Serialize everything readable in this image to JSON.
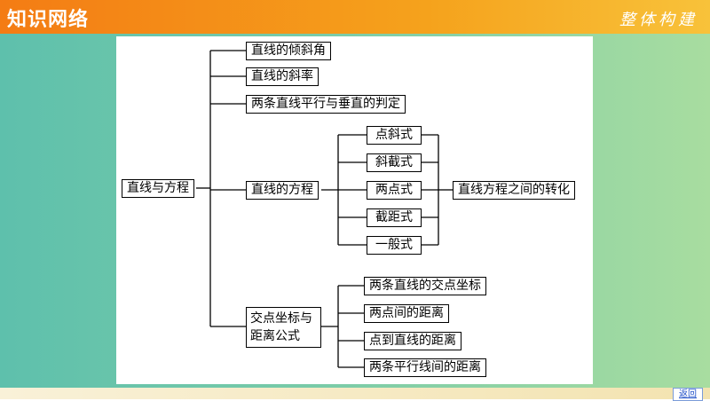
{
  "header": {
    "title": "知识网络",
    "subtitle": "整体构建"
  },
  "diagram": {
    "root": "直线与方程",
    "branch1": [
      "直线的倾斜角",
      "直线的斜率",
      "两条直线平行与垂直的判定"
    ],
    "equation": {
      "label": "直线的方程",
      "forms": [
        "点斜式",
        "斜截式",
        "两点式",
        "截距式",
        "一般式"
      ],
      "conversion": "直线方程之间的转化"
    },
    "distance": {
      "label_line1": "交点坐标与",
      "label_line2": "距离公式",
      "items": [
        "两条直线的交点坐标",
        "两点间的距离",
        "点到直线的距离",
        "两条平行线间的距离"
      ]
    }
  },
  "footer": {
    "back_label": "返回"
  }
}
